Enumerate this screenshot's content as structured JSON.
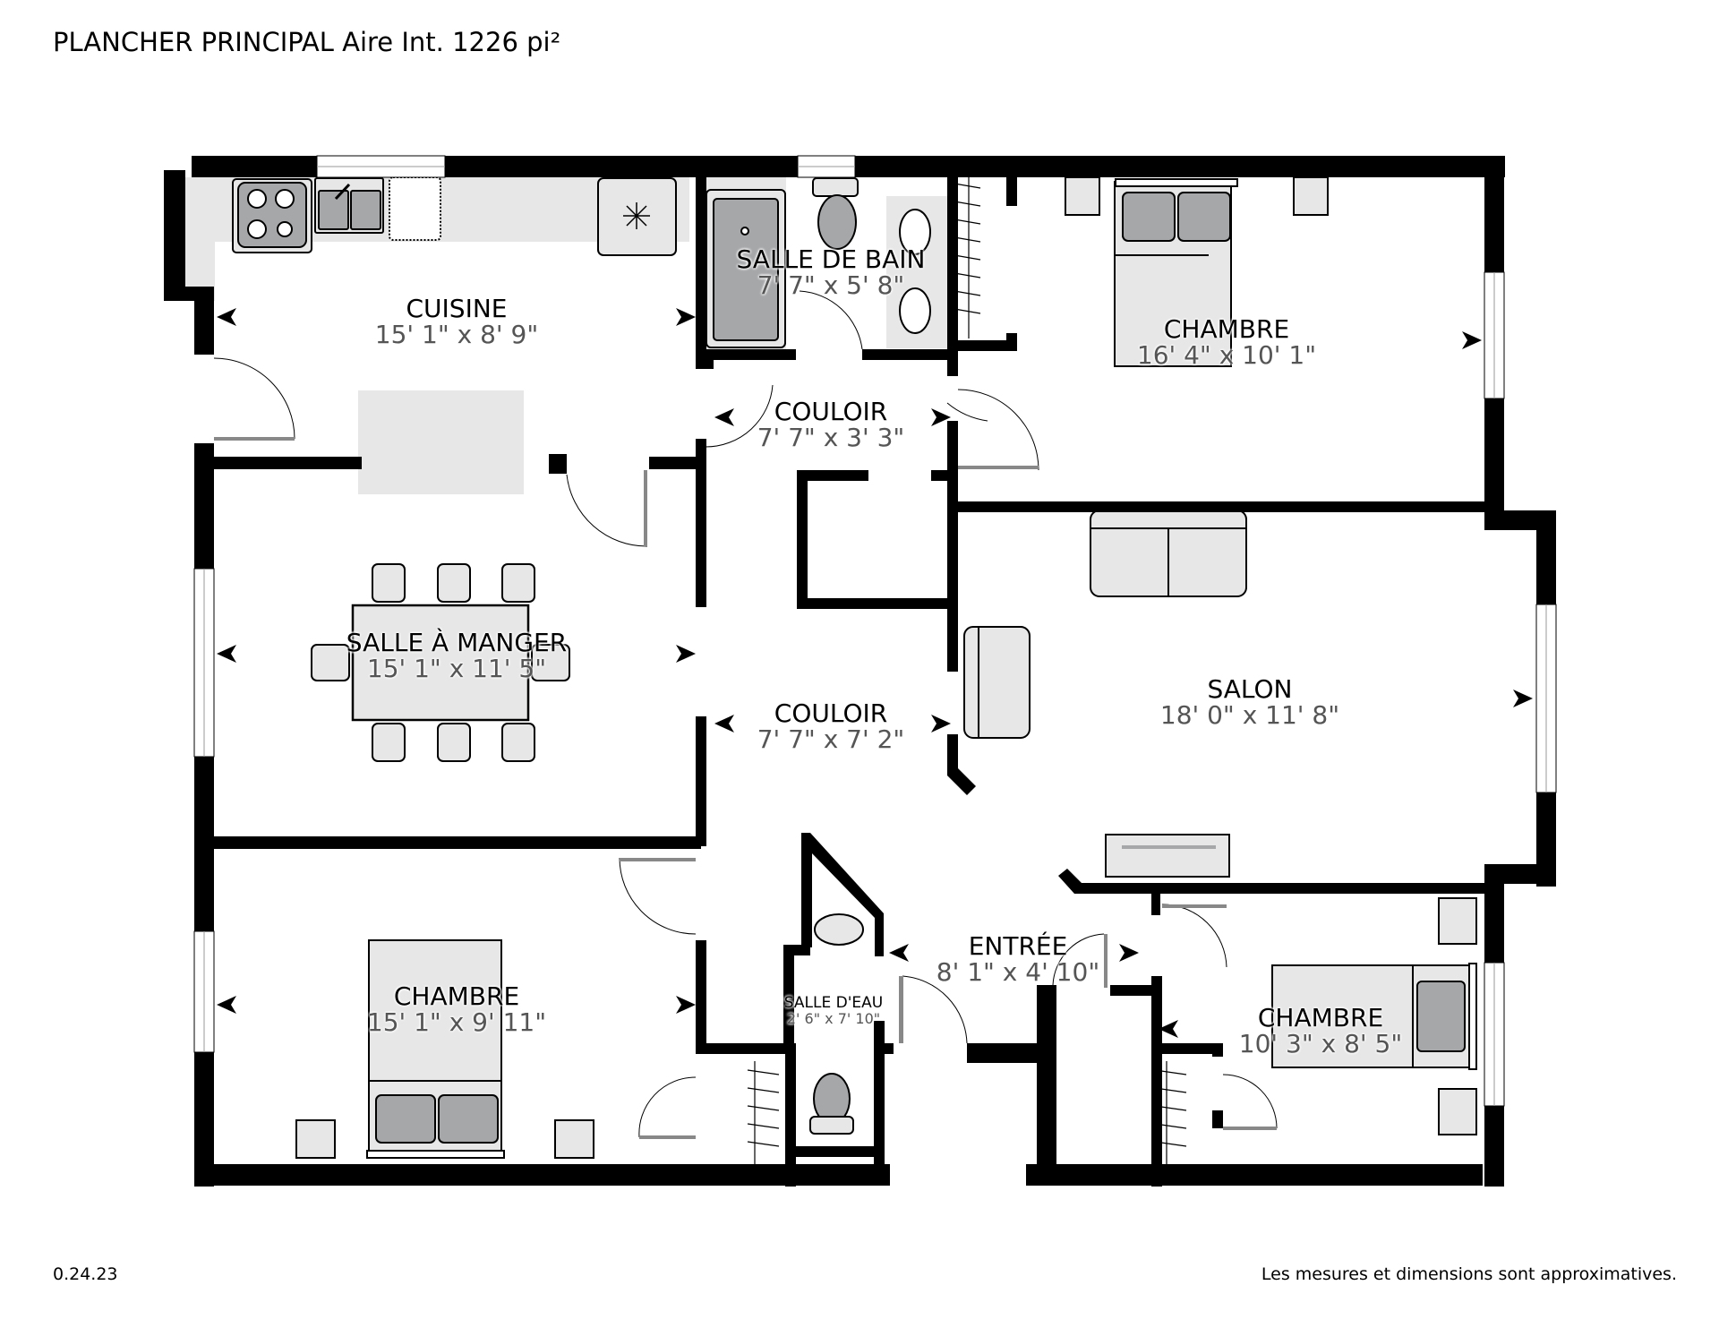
{
  "header": {
    "title": "PLANCHER PRINCIPAL Aire Int. 1226 pi²"
  },
  "footer": {
    "version": "0.24.23",
    "disclaimer": "Les mesures et dimensions sont approximatives."
  },
  "colors": {
    "wall": "#000000",
    "fixture_fill": "#e6e7e6",
    "fixture_dark": "#a6a7a9",
    "dimension_text": "#555555"
  },
  "rooms": [
    {
      "id": "cuisine",
      "name": "CUISINE",
      "dims": "15' 1\" x 8' 9\""
    },
    {
      "id": "salle-de-bain",
      "name": "SALLE DE BAIN",
      "dims": "7' 7\" x 5' 8\""
    },
    {
      "id": "chambre-1",
      "name": "CHAMBRE",
      "dims": "16' 4\" x 10' 1\""
    },
    {
      "id": "couloir-1",
      "name": "COULOIR",
      "dims": "7' 7\" x 3' 3\""
    },
    {
      "id": "salle-a-manger",
      "name": "SALLE À MANGER",
      "dims": "15' 1\" x 11' 5\""
    },
    {
      "id": "couloir-2",
      "name": "COULOIR",
      "dims": "7' 7\" x 7' 2\""
    },
    {
      "id": "salon",
      "name": "SALON",
      "dims": "18' 0\" x 11' 8\""
    },
    {
      "id": "entree",
      "name": "ENTRÉE",
      "dims": "8' 1\" x 4' 10\""
    },
    {
      "id": "salle-d-eau",
      "name": "SALLE D'EAU",
      "dims": "2' 6\" x 7' 10\""
    },
    {
      "id": "chambre-2",
      "name": "CHAMBRE",
      "dims": "15' 1\" x 9' 11\""
    },
    {
      "id": "chambre-3",
      "name": "CHAMBRE",
      "dims": "10' 3\" x 8' 5\""
    }
  ]
}
